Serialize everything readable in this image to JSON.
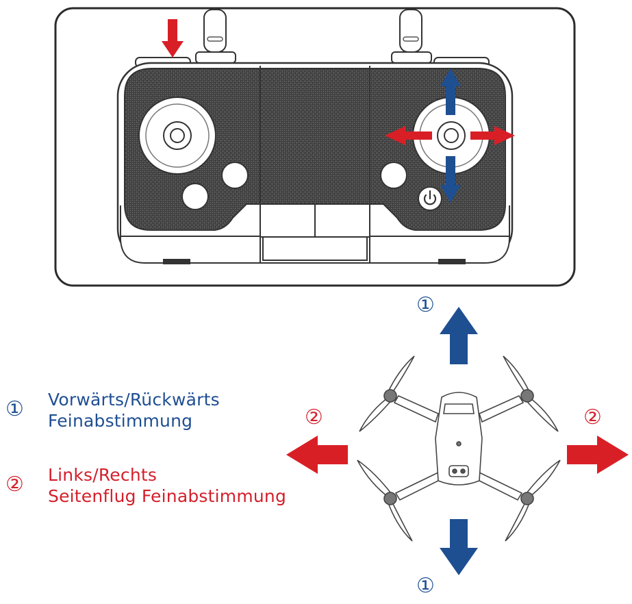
{
  "legend": {
    "item1": {
      "marker": "①",
      "line1": "Vorwärts/Rückwärts",
      "line2": "Feinabstimmung"
    },
    "item2": {
      "marker": "②",
      "line1": "Links/Rechts",
      "line2": "Seitenflug Feinabstimmung"
    }
  },
  "labels": {
    "one": "①",
    "two": "②"
  },
  "colors": {
    "blue": "#1f4f92",
    "red": "#d41f2b",
    "arrow_blue": "#1e4f91",
    "arrow_red": "#d91f26",
    "frame": "#2b2b2b"
  },
  "icons": [
    "remote-controller",
    "power-icon",
    "drone-icon",
    "arrow-up-icon",
    "arrow-down-icon",
    "arrow-left-icon",
    "arrow-right-icon"
  ]
}
